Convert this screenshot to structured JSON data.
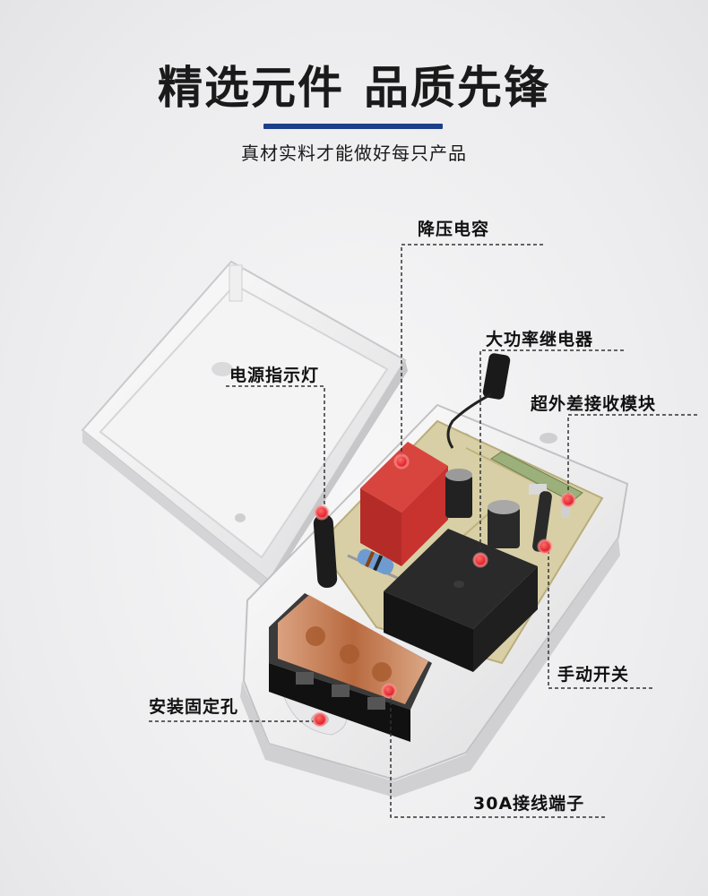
{
  "headline": {
    "part1": "精选元件",
    "part2": "品质先锋"
  },
  "subtitle": "真材实料才能做好每只产品",
  "labels": {
    "capacitor": "降压电容",
    "relay": "大功率继电器",
    "indicator": "电源指示灯",
    "receiver": "超外差接收模块",
    "switch": "手动开关",
    "mount_hole": "安装固定孔",
    "terminal": "30A接线端子"
  },
  "colors": {
    "accent_bar": "#1c3f8a",
    "marker": "#e0141e",
    "pcb": "#d8cfa6",
    "capacitor_red": "#c8322f",
    "relay_black": "#1b1b1b",
    "terminal_amber": "#d98a55"
  }
}
